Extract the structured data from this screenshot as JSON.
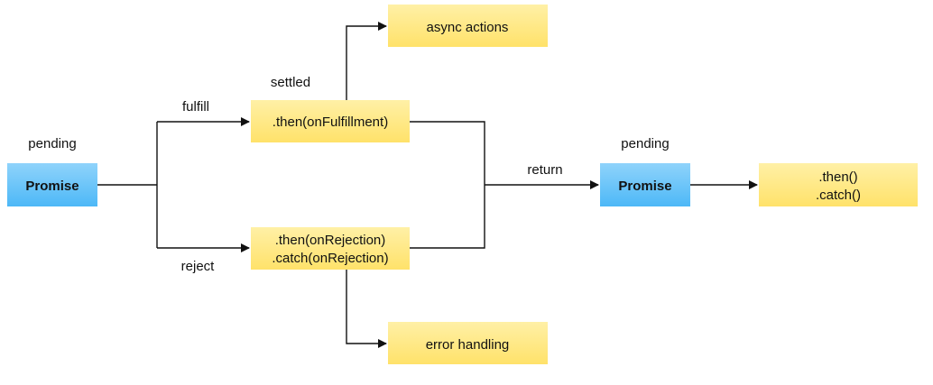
{
  "colors": {
    "blue_box_top": "#8fd3fb",
    "blue_box_bottom": "#4db8f7",
    "yellow_box_top": "#fff0a6",
    "yellow_box_bottom": "#ffe26a",
    "line": "#111111",
    "text": "#111111"
  },
  "nodes": {
    "promise_left": {
      "label": "Promise",
      "state": "pending"
    },
    "then_fulfillment": {
      "label": ".then(onFulfillment)",
      "state": "settled"
    },
    "then_rejection": {
      "line1": ".then(onRejection)",
      "line2": ".catch(onRejection)"
    },
    "async_actions": {
      "label": "async actions"
    },
    "error_handling": {
      "label": "error handling"
    },
    "promise_right": {
      "label": "Promise",
      "state": "pending"
    },
    "then_catch": {
      "line1": ".then()",
      "line2": ".catch()"
    }
  },
  "edges": {
    "fulfill": "fulfill",
    "reject": "reject",
    "return": "return"
  }
}
